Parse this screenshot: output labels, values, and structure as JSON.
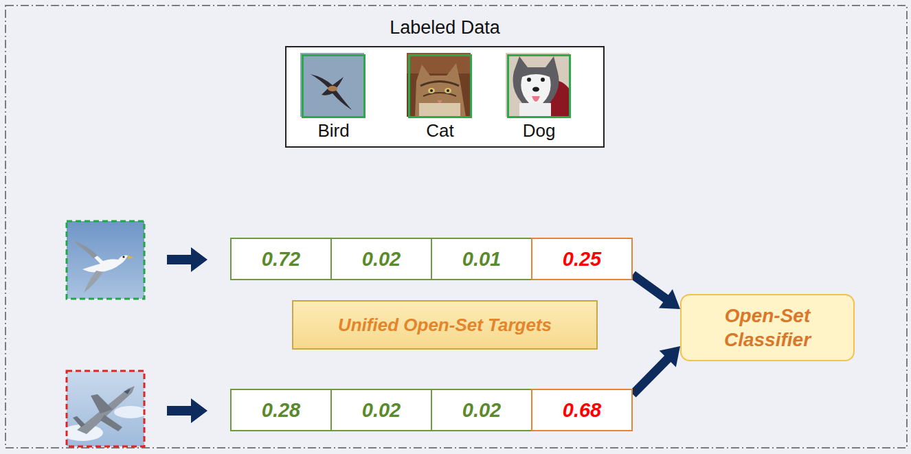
{
  "diagram": {
    "nodes": [
      {
        "text": [
          "Labeled Data"
        ]
      },
      {
        "text": [
          "Bird"
        ],
        "in": 0
      },
      {
        "text": [
          "Cat"
        ],
        "in": 0
      },
      {
        "text": [
          "Dog"
        ],
        "in": 0
      },
      {
        "text": [
          "0.72"
        ]
      },
      {
        "text": [
          "0.02"
        ]
      },
      {
        "text": [
          "0.01"
        ]
      },
      {
        "text": [
          "0.25"
        ]
      },
      {
        "text": [
          "Unified Open-Set Targets"
        ]
      },
      {
        "text": [
          "Open-Set Classifier"
        ]
      },
      {
        "text": [
          "0.28"
        ]
      },
      {
        "text": [
          "0.02"
        ]
      },
      {
        "text": [
          "0.02"
        ]
      },
      {
        "text": [
          "0.68"
        ]
      }
    ],
    "edges": [
      {
        "from": 7,
        "to": 9,
        "arrow": "to"
      },
      {
        "from": 13,
        "to": 9,
        "arrow": "to"
      }
    ]
  }
}
